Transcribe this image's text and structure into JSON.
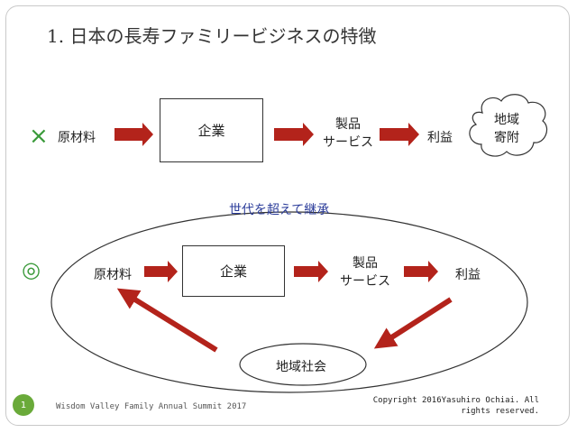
{
  "title": "1. 日本の長寿ファミリービジネスの特徴",
  "top_row": {
    "mark": "×",
    "input_label": "原材料",
    "company_label": "企業",
    "product_line1": "製品",
    "product_line2": "サービス",
    "profit_label": "利益",
    "cloud_line1": "地域",
    "cloud_line2": "寄附"
  },
  "bottom_row": {
    "mark": "◎",
    "subtitle": "世代を超えて継承",
    "input_label": "原材料",
    "company_label": "企業",
    "product_line1": "製品",
    "product_line2": "サービス",
    "profit_label": "利益",
    "community_label": "地域社会"
  },
  "footer": {
    "page_number": "1",
    "event": "Wisdom Valley Family Annual Summit 2017",
    "copyright_line1": "Copyright 2016Yasuhiro Ochiai. All",
    "copyright_line2": "rights reserved."
  },
  "colors": {
    "arrow": "#b3231b",
    "check_mark": "#3a9a3a",
    "subtitle": "#2b3c9a",
    "page_badge": "#6aaa3a"
  }
}
